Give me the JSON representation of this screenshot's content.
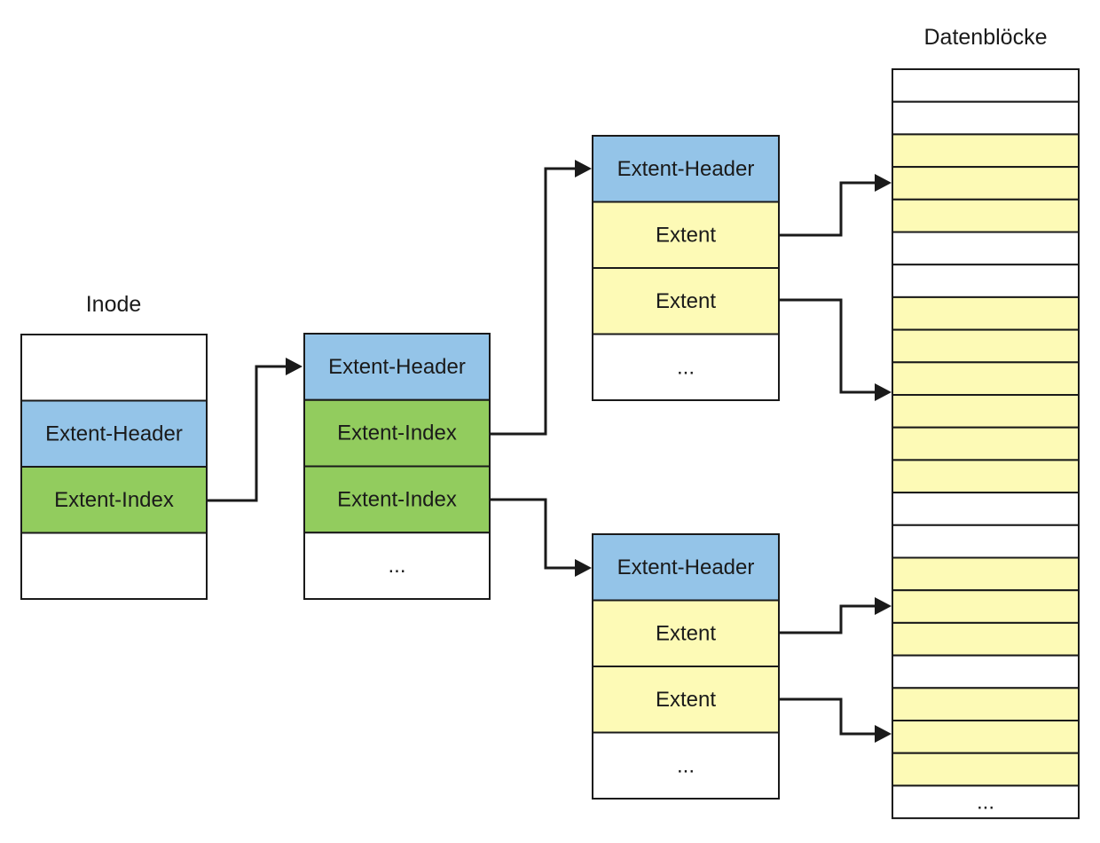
{
  "colors": {
    "header": "#94c4e8",
    "index": "#92cc5e",
    "extent": "#fdfab6",
    "empty": "#ffffff",
    "line": "#1a1a1a"
  },
  "inode": {
    "title": "Inode",
    "cells": [
      {
        "kind": "empty",
        "label": ""
      },
      {
        "kind": "header",
        "label": "Extent-Header"
      },
      {
        "kind": "index",
        "label": "Extent-Index"
      },
      {
        "kind": "empty",
        "label": ""
      }
    ]
  },
  "index_block": {
    "cells": [
      {
        "kind": "header",
        "label": "Extent-Header"
      },
      {
        "kind": "index",
        "label": "Extent-Index"
      },
      {
        "kind": "index",
        "label": "Extent-Index"
      },
      {
        "kind": "empty",
        "label": "..."
      }
    ]
  },
  "leaf_top": {
    "cells": [
      {
        "kind": "header",
        "label": "Extent-Header"
      },
      {
        "kind": "extent",
        "label": "Extent"
      },
      {
        "kind": "extent",
        "label": "Extent"
      },
      {
        "kind": "empty",
        "label": "..."
      }
    ]
  },
  "leaf_bottom": {
    "cells": [
      {
        "kind": "header",
        "label": "Extent-Header"
      },
      {
        "kind": "extent",
        "label": "Extent"
      },
      {
        "kind": "extent",
        "label": "Extent"
      },
      {
        "kind": "empty",
        "label": "..."
      }
    ]
  },
  "data_blocks": {
    "title": "Datenblöcke",
    "pattern": [
      "empty",
      "empty",
      "extent",
      "extent",
      "extent",
      "empty",
      "empty",
      "extent",
      "extent",
      "extent",
      "extent",
      "extent",
      "extent",
      "empty",
      "empty",
      "extent",
      "extent",
      "extent",
      "empty",
      "extent",
      "extent",
      "extent",
      "empty"
    ],
    "last_label": "..."
  }
}
